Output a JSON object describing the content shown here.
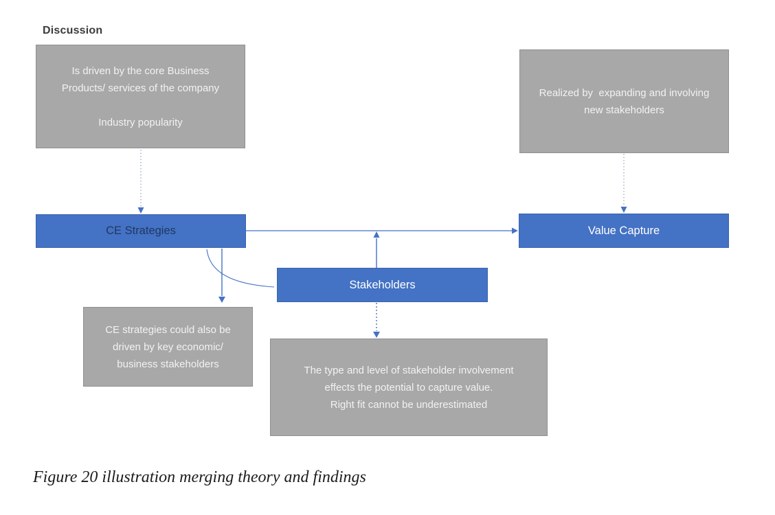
{
  "page": {
    "heading": "Discussion",
    "caption": "Figure 20 illustration merging theory and findings"
  },
  "colors": {
    "node_blue": "#4472c4",
    "node_gray": "#a8a8a8",
    "ce_label_navy": "#1f3864",
    "node_text_white": "#ffffff",
    "connector_blue": "#4472c4",
    "dotted_gray_blue": "#9fadc4"
  },
  "nodes": {
    "driver": {
      "paragraph1": "Is driven by the core Business Products/ services of the company",
      "paragraph2": "Industry popularity"
    },
    "realized": {
      "text": "Realized by  expanding and involving new stakeholders"
    },
    "ce_strategies": {
      "label": "CE Strategies"
    },
    "value_capture": {
      "label": "Value Capture"
    },
    "stakeholders": {
      "label": "Stakeholders"
    },
    "ce_driven": {
      "text": "CE strategies could also be driven by key economic/ business stakeholders"
    },
    "stakeholder_effect": {
      "line1": "The type and level of stakeholder involvement effects the potential to capture value.",
      "line2": "Right fit cannot be underestimated"
    }
  }
}
